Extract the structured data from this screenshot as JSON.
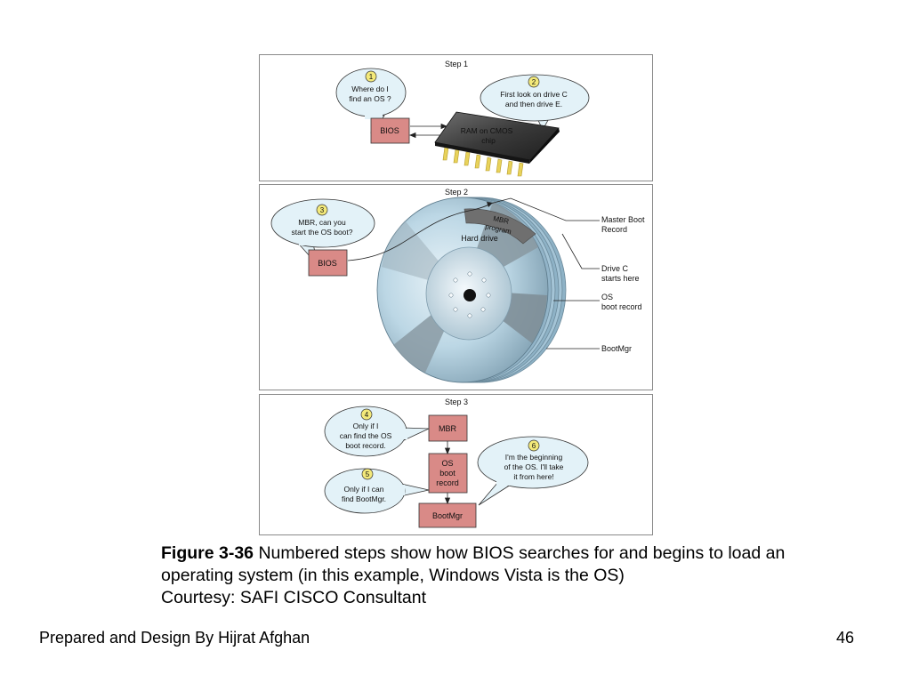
{
  "step1": {
    "title": "Step 1",
    "bubble1": {
      "num": "1",
      "lines": [
        "Where do I",
        "find an OS ?"
      ]
    },
    "bubble2": {
      "num": "2",
      "lines": [
        "First look on drive C",
        "and then drive E."
      ]
    },
    "bios": "BIOS",
    "chip_lines": [
      "RAM on CMOS",
      "chip"
    ]
  },
  "step2": {
    "title": "Step 2",
    "bubble3": {
      "num": "3",
      "lines": [
        "MBR, can you",
        "start the OS boot?"
      ]
    },
    "bios": "BIOS",
    "mbr_program_lines": [
      "MBR",
      "program"
    ],
    "hard_drive": "Hard drive",
    "callouts": {
      "master_boot_record": [
        "Master Boot",
        "Record"
      ],
      "drive_c": [
        "Drive C",
        "starts here"
      ],
      "os_boot_record": [
        "OS",
        "boot record"
      ],
      "bootmgr": "BootMgr"
    }
  },
  "step3": {
    "title": "Step 3",
    "bubble4": {
      "num": "4",
      "lines": [
        "Only if I",
        "can find the OS",
        "boot record."
      ]
    },
    "bubble5": {
      "num": "5",
      "lines": [
        "Only if I can",
        "find BootMgr."
      ]
    },
    "bubble6": {
      "num": "6",
      "lines": [
        "I'm the beginning",
        "of the OS. I'll take",
        "it from here!"
      ]
    },
    "mbr": "MBR",
    "os_boot_record_lines": [
      "OS",
      "boot",
      "record"
    ],
    "bootmgr": "BootMgr"
  },
  "caption": {
    "figure_label": "Figure 3-36",
    "text": " Numbered steps show how BIOS searches for and begins to load an operating system (in this example, Windows Vista is the OS)",
    "courtesy": "Courtesy: SAFI CISCO Consultant"
  },
  "footer": {
    "left": "Prepared and Design By Hijrat Afghan",
    "right": "46"
  },
  "colors": {
    "box_fill": "#d98a87",
    "bubble_fill": "#e3f2f8",
    "badge_fill": "#f3e97a",
    "chip_body": "#2f2f2f",
    "pins": "#e8d25a",
    "disk": "#a9c8d8"
  }
}
